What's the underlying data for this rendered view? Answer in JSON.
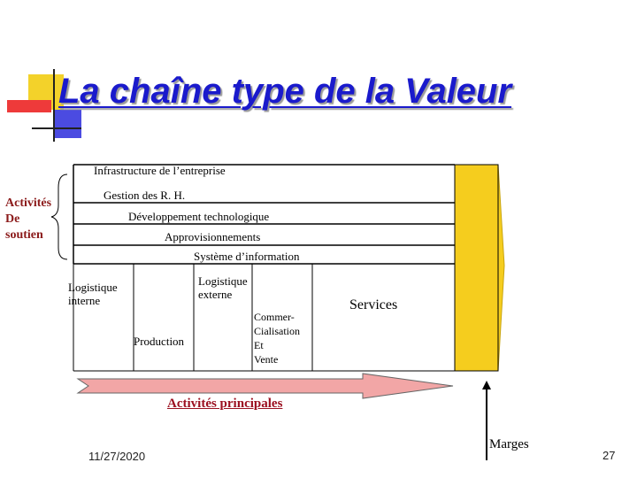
{
  "title": "La chaîne type de la Valeur",
  "support": {
    "label_lines": [
      "Activités",
      "De",
      "soutien"
    ],
    "rows": [
      "Infrastructure de l’entreprise",
      "Gestion des R. H.",
      "Développement technologique",
      "Approvisionnements",
      "Système d’information"
    ]
  },
  "primary": {
    "logistique_interne": [
      "Logistique",
      "interne"
    ],
    "production": "Production",
    "logistique_externe": [
      "Logistique",
      "externe"
    ],
    "commercialisation": [
      "Commer-",
      "Cialisation",
      "Et",
      "Vente"
    ],
    "services": "Services",
    "label": "Activités principales"
  },
  "margin_label": "Marges",
  "footer": {
    "date": "11/27/2020",
    "page": "27"
  },
  "colors": {
    "title": "#1a1acc",
    "margin_block": "#f5cd1e",
    "arrow_fill": "#f2a6a6",
    "logo_yellow": "#f3d22a",
    "logo_red": "#ee3a3a",
    "logo_blue": "#2b2bdc",
    "support_label": "#8b1a1a",
    "primary_label": "#9b1020"
  }
}
